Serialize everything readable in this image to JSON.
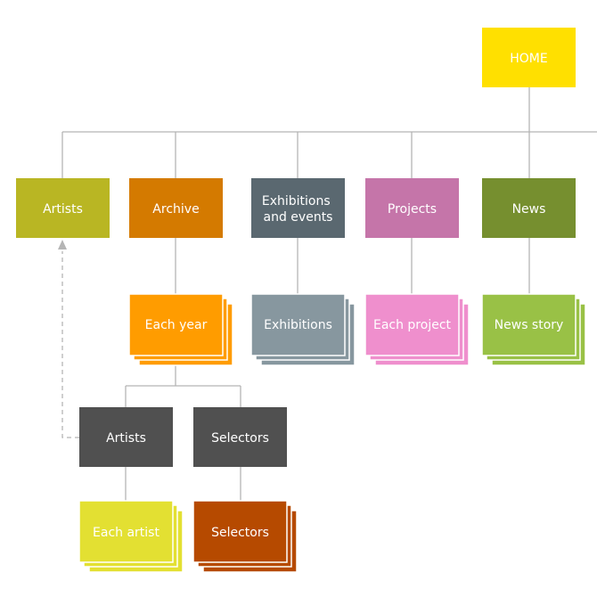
{
  "nodes": {
    "home": {
      "label": "HOME",
      "color": "#ffe000"
    },
    "artists": {
      "label": "Artists",
      "color": "#b9b623"
    },
    "archive": {
      "label": "Archive",
      "color": "#d47a00"
    },
    "exhibitions_events": {
      "label_line1": "Exhibitions",
      "label_line2": "and events",
      "color": "#5a6870"
    },
    "projects": {
      "label": "Projects",
      "color": "#c575a9"
    },
    "news": {
      "label": "News",
      "color": "#768f2f"
    },
    "each_year": {
      "label": "Each year",
      "color": "#ff9c00"
    },
    "exhibitions": {
      "label": "Exhibitions",
      "color": "#87979f"
    },
    "each_project": {
      "label": "Each project",
      "color": "#ef8fcd"
    },
    "news_story": {
      "label": "News story",
      "color": "#99c146"
    },
    "archive_artists": {
      "label": "Artists",
      "color": "#505050"
    },
    "selectors_group": {
      "label": "Selectors",
      "color": "#505050"
    },
    "each_artist": {
      "label": "Each artist",
      "color": "#e3e032"
    },
    "selectors_pages": {
      "label": "Selectors",
      "color": "#b64a00"
    }
  },
  "connector_color": "#b5b5b5",
  "stack_border_color": "#ffffff"
}
